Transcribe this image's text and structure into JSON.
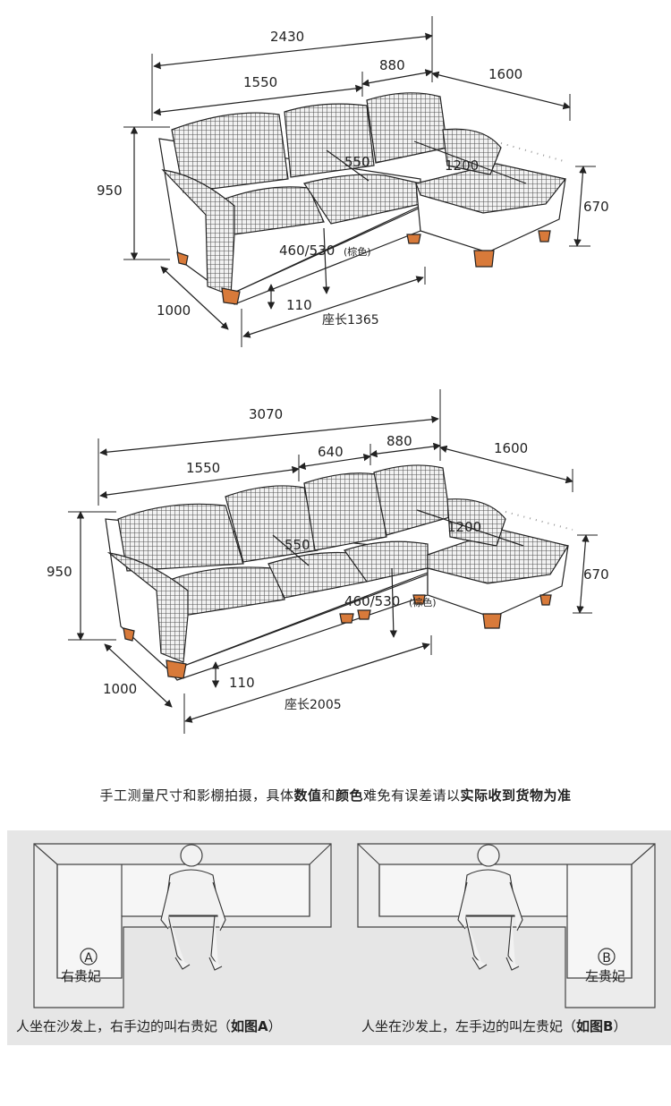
{
  "diagram1": {
    "total_length": "2430",
    "segment_left": "1550",
    "segment_right": "880",
    "chaise_length": "1600",
    "height": "950",
    "depth": "1000",
    "cushion_depth": "550",
    "chaise_depth": "1200",
    "chaise_height": "670",
    "seat_height": "460/530",
    "seat_height_note": "(棕色)",
    "leg_height": "110",
    "seat_length": "座长1365"
  },
  "diagram2": {
    "total_length": "3070",
    "segment_left": "1550",
    "segment_mid": "640",
    "segment_right": "880",
    "chaise_length": "1600",
    "height": "950",
    "depth": "1000",
    "cushion_depth": "550",
    "chaise_depth": "1200",
    "chaise_height": "670",
    "seat_height": "460/530",
    "seat_height_note": "(棕色)",
    "leg_height": "110",
    "seat_length": "座长2005"
  },
  "note": {
    "part1": "手工测量尺寸和影棚拍摄，具体",
    "bold1": "数值",
    "part2": "和",
    "bold2": "颜色",
    "part3": "难免有误差请以",
    "bold3": "实际收到货物为准"
  },
  "panel_a": {
    "letter": "A",
    "label": "右贵妃",
    "caption": "人坐在沙发上，右手边的叫右贵妃（",
    "caption_bold": "如图A",
    "caption_end": "）"
  },
  "panel_b": {
    "letter": "B",
    "label": "左贵妃",
    "caption": "人坐在沙发上，左手边的叫左贵妃（",
    "caption_bold": "如图B",
    "caption_end": "）"
  },
  "colors": {
    "fabric": "#9a9a9a",
    "leg": "#d87a3a",
    "line": "#222222",
    "panel_bg": "#e6e6e6"
  }
}
